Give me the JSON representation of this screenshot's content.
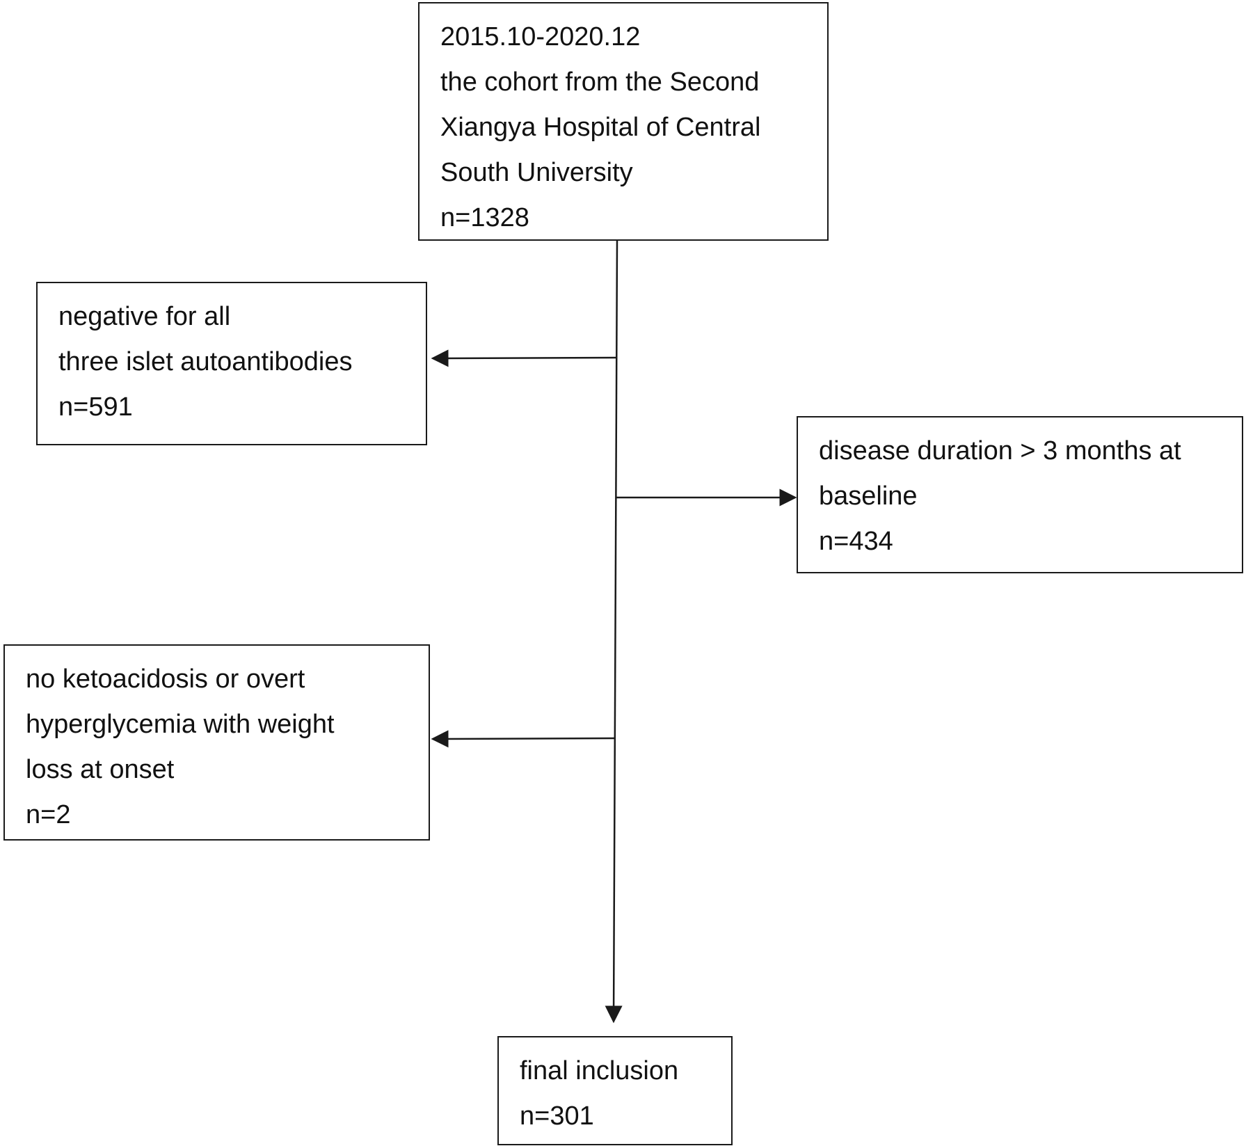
{
  "diagram": {
    "type": "flowchart",
    "stroke_color": "#1a1a1a",
    "nodes": {
      "cohort": {
        "lines": [
          "2015.10-2020.12",
          "the cohort from the Second",
          "Xiangya Hospital of Central",
          "South University",
          "n=1328"
        ]
      },
      "negative_autoantibodies": {
        "lines": [
          "negative for all",
          "three islet autoantibodies",
          "n=591"
        ]
      },
      "disease_duration": {
        "lines": [
          "disease duration > 3 months at",
          "baseline",
          "n=434"
        ]
      },
      "no_ketoacidosis": {
        "lines": [
          "no ketoacidosis or overt",
          "hyperglycemia with weight",
          "loss at onset",
          "n=2"
        ]
      },
      "final_inclusion": {
        "lines": [
          "final inclusion",
          "n=301"
        ]
      }
    },
    "edges": [
      {
        "from": "cohort",
        "to": "negative_autoantibodies"
      },
      {
        "from": "cohort",
        "to": "disease_duration"
      },
      {
        "from": "cohort",
        "to": "no_ketoacidosis"
      },
      {
        "from": "cohort",
        "to": "final_inclusion"
      }
    ]
  }
}
